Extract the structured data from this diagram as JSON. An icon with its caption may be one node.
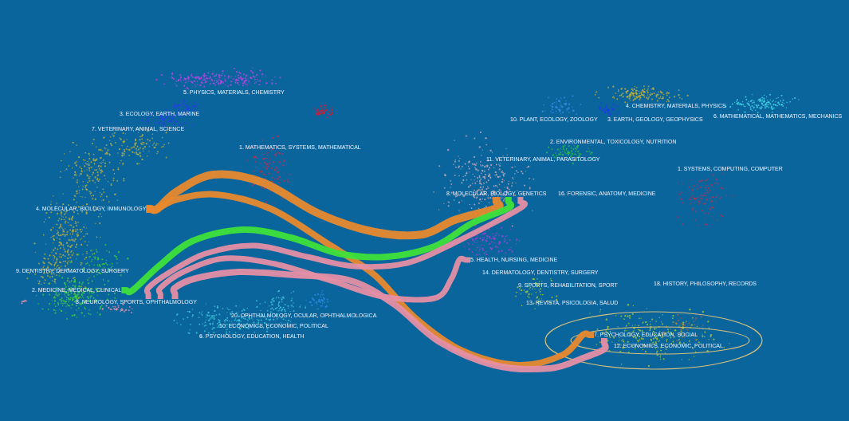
{
  "diagram": {
    "nodes": [
      {
        "text": [
          "5. PHYSICS, MATERIALS, CHEMISTRY"
        ]
      },
      {
        "text": [
          "3. ECOLOGY, EARTH, MARINE"
        ]
      },
      {
        "text": [
          "7. VETERINARY, ANIMAL, SCIENCE"
        ]
      },
      {
        "text": [
          "1. MATHEMATICS, SYSTEMS, MATHEMATICAL"
        ]
      },
      {
        "text": [
          "4. MOLECULAR, BIOLOGY, IMMUNOLOGY"
        ]
      },
      {
        "text": [
          "9. DENTISTRY, DERMATOLOGY, SURGERY"
        ]
      },
      {
        "text": [
          "2. MEDICINE, MEDICAL, CLINICAL"
        ]
      },
      {
        "text": [
          "8. NEUROLOGY, SPORTS, OPHTHALMOLOGY"
        ]
      },
      {
        "text": [
          "20. OPHTHALMOLOGY, OCULAR, OPHTHALMOLOGICA"
        ]
      },
      {
        "text": [
          "10. ECONOMICS, ECONOMIC, POLITICAL"
        ]
      },
      {
        "text": [
          "6. PSYCHOLOGY, EDUCATION, HEALTH"
        ]
      },
      {
        "text": [
          "10. PLANT, ECOLOGY, ZOOLOGY"
        ]
      },
      {
        "text": [
          "4. CHEMISTRY, MATERIALS, PHYSICS"
        ]
      },
      {
        "text": [
          "3. EARTH, GEOLOGY, GEOPHYSICS"
        ]
      },
      {
        "text": [
          "6. MATHEMATICAL, MATHEMATICS, MECHANICS"
        ]
      },
      {
        "text": [
          "2. ENVIRONMENTAL, TOXICOLOGY, NUTRITION"
        ]
      },
      {
        "text": [
          "11. VETERINARY, ANIMAL, PARASITOLOGY"
        ]
      },
      {
        "text": [
          "1. SYSTEMS, COMPUTING, COMPUTER"
        ]
      },
      {
        "text": [
          "8. MOLECULAR, BIOLOGY, GENETICS"
        ]
      },
      {
        "text": [
          "16. FORENSIC, ANATOMY, MEDICINE"
        ]
      },
      {
        "text": [
          "5. HEALTH, NURSING, MEDICINE"
        ]
      },
      {
        "text": [
          "14. DERMATOLOGY, DENTISTRY, SURGERY"
        ]
      },
      {
        "text": [
          "9. SPORTS, REHABILITATION, SPORT"
        ]
      },
      {
        "text": [
          "18. HISTORY, PHILOSOPHY, RECORDS"
        ]
      },
      {
        "text": [
          "13. REVISTA, PSICOLOGIA, SALUD"
        ]
      },
      {
        "text": [
          "7. PSYCHOLOGY, EDUCATION, SOCIAL"
        ]
      },
      {
        "text": [
          "12. ECONOMICS, ECONOMIC, POLITICAL"
        ]
      }
    ],
    "edges": [
      {
        "from": 4,
        "to": 18,
        "arrow": "none",
        "color": "#e8892e"
      },
      {
        "from": 4,
        "to": 25,
        "arrow": "none",
        "color": "#e8892e"
      },
      {
        "from": 6,
        "to": 18,
        "arrow": "none",
        "color": "#3ee03a"
      },
      {
        "from": 7,
        "to": 18,
        "arrow": "none",
        "color": "#e58fa5"
      },
      {
        "from": 7,
        "to": 20,
        "arrow": "none",
        "color": "#e58fa5"
      },
      {
        "from": 7,
        "to": 25,
        "arrow": "none",
        "color": "#e58fa5"
      }
    ]
  }
}
